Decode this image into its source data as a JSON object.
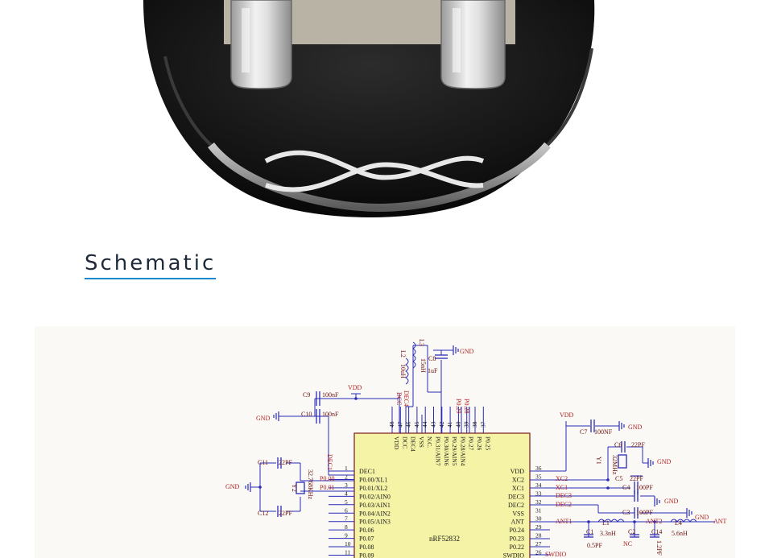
{
  "section": {
    "title": "Schematic"
  },
  "product_photo": {
    "subject": "coin-cell-battery-holder"
  },
  "schematic": {
    "chip": {
      "name": "nRF52832",
      "top_pins": [
        {
          "num": "48",
          "name": "VDD"
        },
        {
          "num": "47",
          "name": "DCC"
        },
        {
          "num": "46",
          "name": "DEC4"
        },
        {
          "num": "45",
          "name": "VSS"
        },
        {
          "num": "44",
          "name": "N.C."
        },
        {
          "num": "43",
          "name": "P0.31/AIN7"
        },
        {
          "num": "42",
          "name": "P0.30/AIN6"
        },
        {
          "num": "41",
          "name": "P0.29/AIN5"
        },
        {
          "num": "40",
          "name": "P0.28/AIN4"
        },
        {
          "num": "39",
          "name": "P0.27"
        },
        {
          "num": "38",
          "name": "P0.26"
        },
        {
          "num": "37",
          "name": "P0.25"
        }
      ],
      "left_pins": [
        {
          "num": "1",
          "name": "DEC1"
        },
        {
          "num": "2",
          "name": "P0.00/XL1"
        },
        {
          "num": "3",
          "name": "P0.01/XL2"
        },
        {
          "num": "4",
          "name": "P0.02/AIN0"
        },
        {
          "num": "5",
          "name": "P0.03/AIN1"
        },
        {
          "num": "6",
          "name": "P0.04/AIN2"
        },
        {
          "num": "7",
          "name": "P0.05/AIN3"
        },
        {
          "num": "8",
          "name": "P0.06"
        },
        {
          "num": "9",
          "name": "P0.07"
        },
        {
          "num": "10",
          "name": "P0.08"
        },
        {
          "num": "11",
          "name": "P0.09"
        }
      ],
      "right_pins": [
        {
          "num": "36",
          "name": "VDD"
        },
        {
          "num": "35",
          "name": "XC2"
        },
        {
          "num": "34",
          "name": "XC1"
        },
        {
          "num": "33",
          "name": "DEC3"
        },
        {
          "num": "32",
          "name": "DEC2"
        },
        {
          "num": "31",
          "name": "VSS"
        },
        {
          "num": "30",
          "name": "ANT"
        },
        {
          "num": "29",
          "name": "P0.24"
        },
        {
          "num": "28",
          "name": "P0.23"
        },
        {
          "num": "27",
          "name": "P0.22"
        },
        {
          "num": "26",
          "name": "SWDIO"
        }
      ]
    },
    "net_labels": {
      "gnd": "GND",
      "vdd": "VDD",
      "dcc": "DCC",
      "dec4": "DEC4",
      "dec1": "DEC1",
      "p000": "P0.00",
      "p001": "P0.01",
      "p029": "P0.29",
      "p028": "P0.28",
      "xc2": "XC2",
      "xc1": "XC1",
      "dec3": "DEC3",
      "dec2": "DEC2",
      "ant1": "ANT1",
      "ant2": "ANT2",
      "ant": "ANT",
      "nc": "NC",
      "swdio": "SWDIO"
    },
    "components": {
      "c9": {
        "ref": "C9",
        "value": "100nF"
      },
      "c10": {
        "ref": "C10",
        "value": "100nF"
      },
      "c8": {
        "ref": "C8",
        "value": "1uF"
      },
      "l3": {
        "ref": "L3",
        "value": "15nH"
      },
      "l2": {
        "ref": "L2",
        "value": "10uH"
      },
      "c11": {
        "ref": "C11",
        "value": "22PF"
      },
      "c12": {
        "ref": "C12",
        "value": "22PF"
      },
      "y2": {
        "ref": "Y2",
        "value": "32.768KHz"
      },
      "c7": {
        "ref": "C7",
        "value": "100NF"
      },
      "c6": {
        "ref": "C6",
        "value": "22PF"
      },
      "c5": {
        "ref": "C5",
        "value": "22PF"
      },
      "y1": {
        "ref": "Y1",
        "value": "32MHz"
      },
      "c4": {
        "ref": "C4",
        "value": "100PF"
      },
      "c3": {
        "ref": "C3",
        "value": "100PF"
      },
      "l1": {
        "ref": "L1",
        "value": "3.3nH"
      },
      "c1": {
        "ref": "C1",
        "value": "0.5PF"
      },
      "c2": {
        "ref": "C2",
        "value": ""
      },
      "c14": {
        "ref": "C14",
        "value": "1.2PF"
      },
      "l4": {
        "ref": "L4",
        "value": "5.6nH"
      }
    }
  },
  "colors": {
    "wire": "#2b2bb8",
    "net_label": "#b02020",
    "component": "#6a1010",
    "chip_fill": "#f5f3a6",
    "panel": "#faf9f5"
  }
}
